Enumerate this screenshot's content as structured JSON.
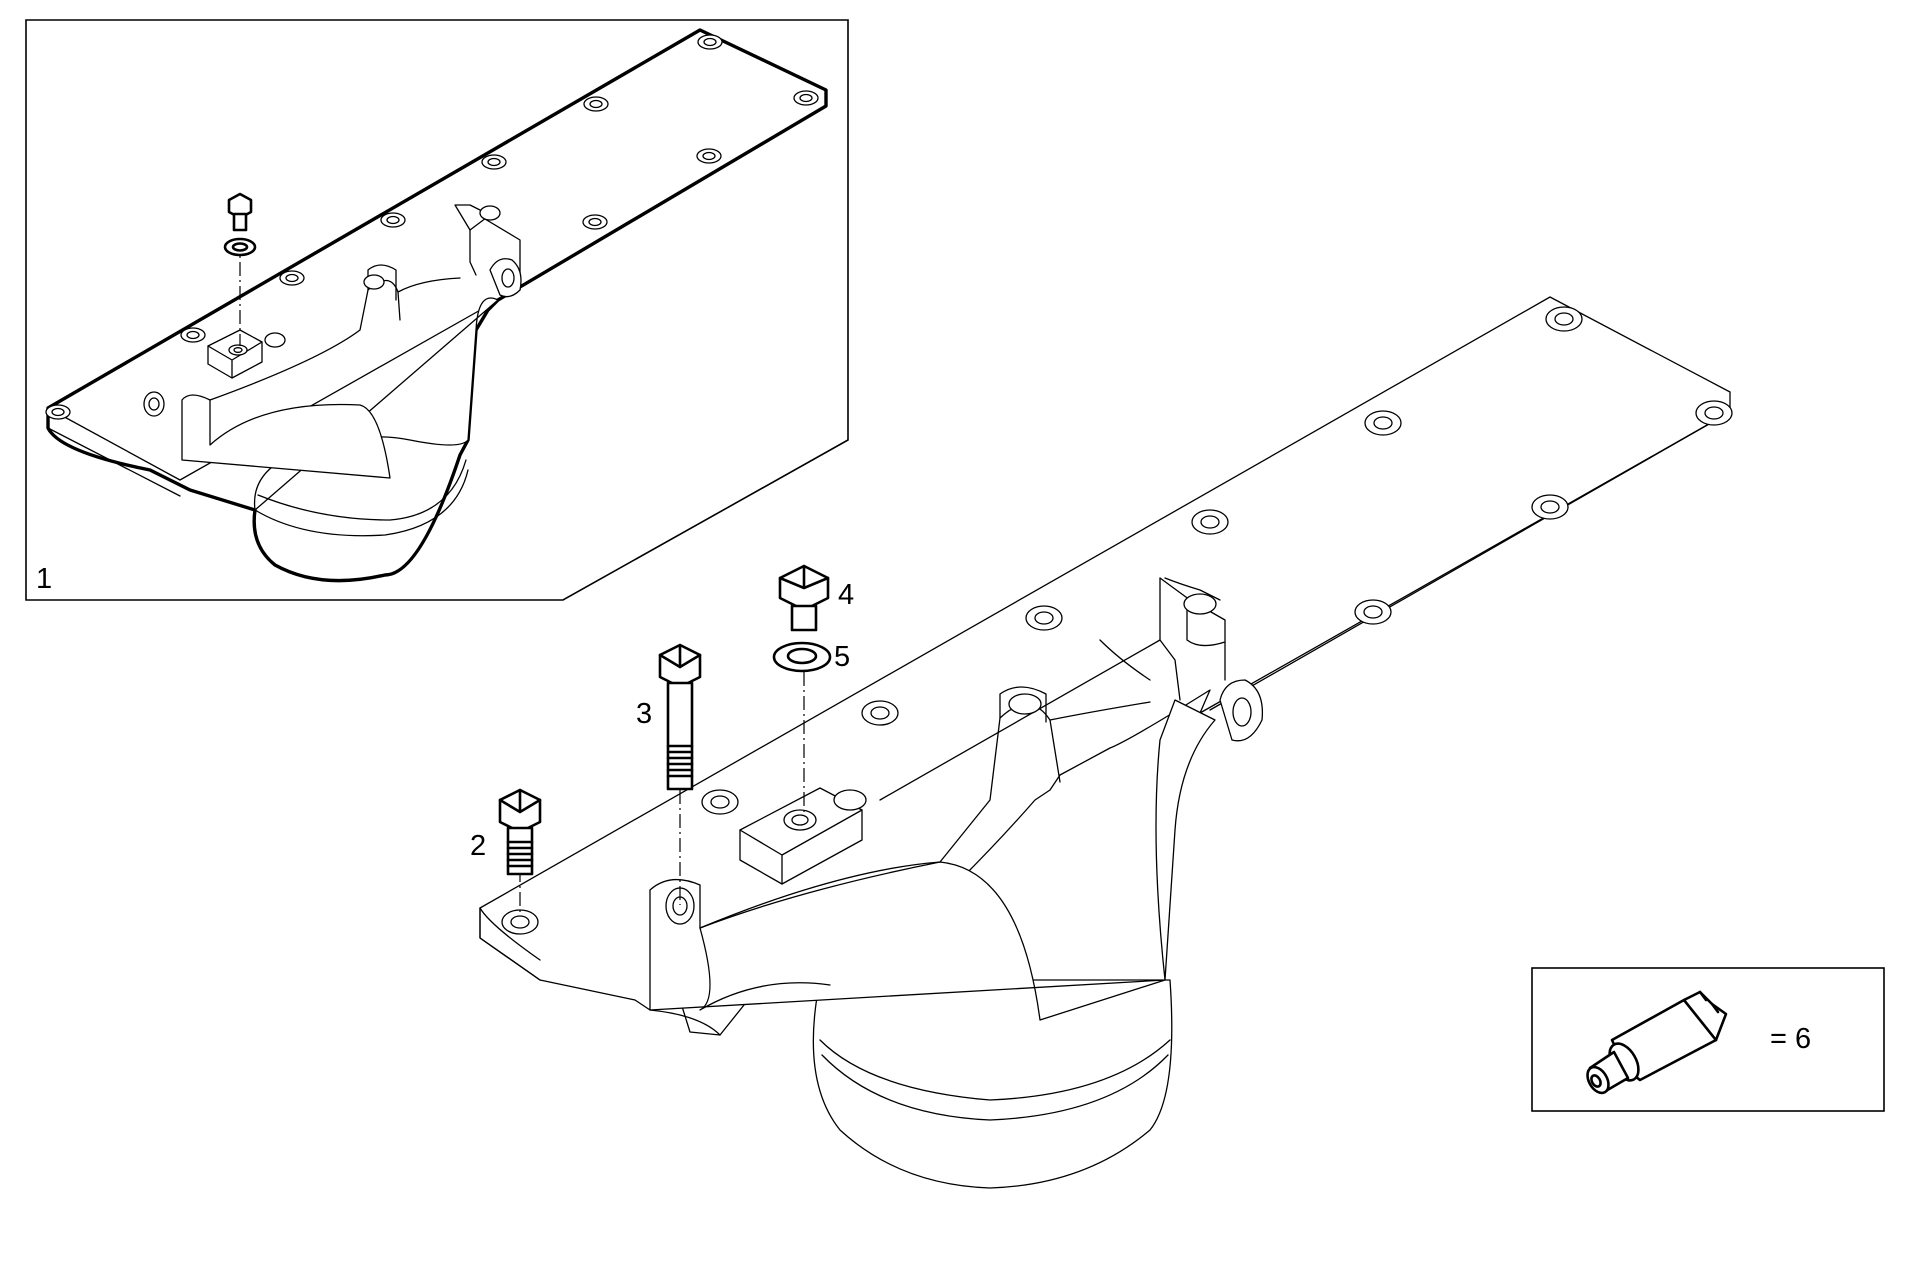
{
  "callouts": [
    {
      "id": "1",
      "text": "1"
    },
    {
      "id": "2",
      "text": "2"
    },
    {
      "id": "3",
      "text": "3"
    },
    {
      "id": "4",
      "text": "4"
    },
    {
      "id": "5",
      "text": "5"
    }
  ],
  "legend": {
    "equals_text": "= 6",
    "icon": "sealant-tube-icon"
  }
}
